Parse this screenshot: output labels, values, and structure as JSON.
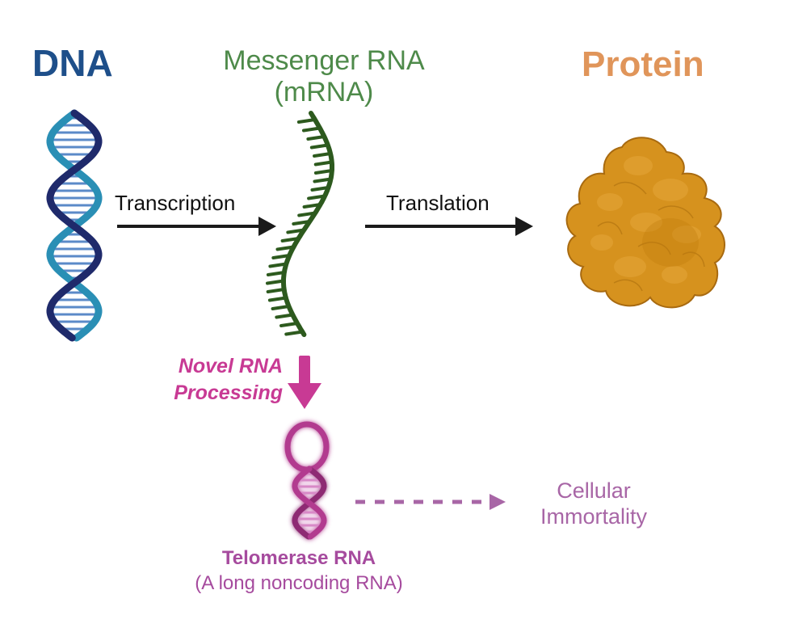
{
  "labels": {
    "dna": "DNA",
    "mrna_line1": "Messenger RNA",
    "mrna_line2": "(mRNA)",
    "protein": "Protein",
    "transcription": "Transcription",
    "translation": "Translation",
    "novel_line1": "Novel RNA",
    "novel_line2": "Processing",
    "telomerase_line1": "Telomerase RNA",
    "telomerase_line2": "(A long noncoding RNA)",
    "outcome_line1": "Cellular",
    "outcome_line2": "Immortality"
  },
  "colors": {
    "dna": "#1e4f8a",
    "dna_strand_dark": "#1f2a6b",
    "dna_strand_light": "#2a8fb5",
    "mrna": "#2d5a1e",
    "mrna_title": "#4e8a4a",
    "protein": "#d4901c",
    "protein_title": "#e0955a",
    "arrow": "#1a1a1a",
    "processing": "#c83a94",
    "telomerase": "#a64b9e"
  },
  "icons": {
    "dna": "dna-double-helix-icon",
    "mrna": "mrna-strand-icon",
    "protein": "protein-blob-icon",
    "telomerase": "telomerase-rna-hairpin-icon"
  }
}
